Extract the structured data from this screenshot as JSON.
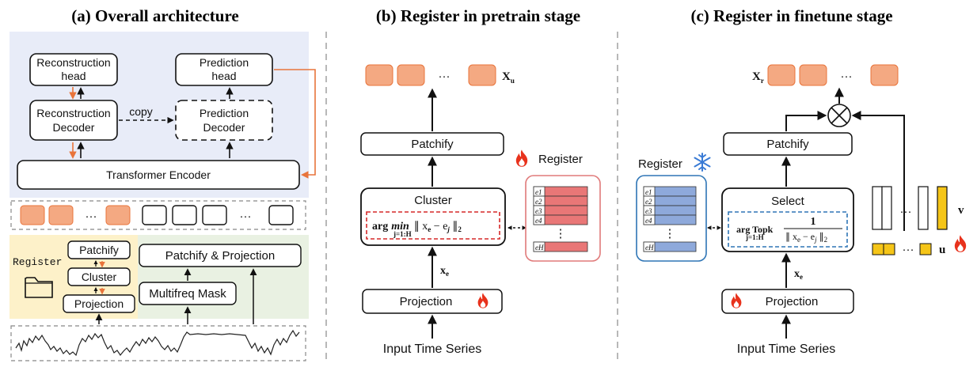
{
  "colors": {
    "orange": "#f4a982",
    "orange_line": "#e8743b",
    "red_fill": "#e97777",
    "blue_fill": "#8ea9db",
    "blue_line": "#2e75b6",
    "yellow": "#f5c518",
    "panel_blue": "#e8ecf8",
    "panel_yellow": "#fdf1c9",
    "panel_green": "#e9f1e2"
  },
  "panel_a": {
    "title": "(a) Overall architecture",
    "reconstruction_head": [
      "Reconstruction",
      "head"
    ],
    "prediction_head": [
      "Prediction",
      "head"
    ],
    "reconstruction_decoder": [
      "Reconstruction",
      "Decoder"
    ],
    "prediction_decoder": [
      "Prediction",
      "Decoder"
    ],
    "copy_label": "copy",
    "transformer_encoder": "Transformer Encoder",
    "token_ellipsis": "···",
    "register_label": "Register",
    "patchify": "Patchify",
    "cluster": "Cluster",
    "projection": "Projection",
    "patchify_projection": "Patchify & Projection",
    "multifreq_mask": "Multifreq Mask"
  },
  "panel_b": {
    "title": "(b) Register in pretrain stage",
    "output_ellipsis": "···",
    "output_var": "X",
    "output_sub": "u",
    "patchify": "Patchify",
    "cluster": "Cluster",
    "formula_arg": "arg",
    "formula_min": "min",
    "formula_sub": "j=1:H",
    "formula_body": "∥ x",
    "formula_body_sub": "e",
    "formula_minus": " − e",
    "formula_j": "j",
    "formula_close": " ∥",
    "formula_close_sub": "2",
    "input_var": "x",
    "input_sub": "e",
    "projection": "Projection",
    "input_series": "Input Time Series",
    "register": "Register",
    "register_ellipsis": "⋮",
    "register_items": [
      "e1",
      "e2",
      "e3",
      "e4"
    ],
    "register_last": "eH"
  },
  "panel_c": {
    "title": "(c) Register in finetune stage",
    "output_var": "X",
    "output_sub": "r",
    "output_ellipsis": "···",
    "patchify": "Patchify",
    "select": "Select",
    "formula_arg": "arg Topk",
    "formula_sub": "j=1:H",
    "formula_num": "1",
    "formula_den": "∥ x",
    "formula_den_sub": "e",
    "formula_den_rest": " − e",
    "formula_j": "j",
    "formula_close": " ∥",
    "formula_close_sub": "2",
    "input_var": "x",
    "input_sub": "e",
    "projection": "Projection",
    "input_series": "Input Time Series",
    "register": "Register",
    "register_ellipsis": "⋮",
    "register_items": [
      "e1",
      "e2",
      "e3",
      "e4"
    ],
    "register_last": "eH",
    "v_label": "v",
    "u_label": "u",
    "vec_ellipsis": "···"
  }
}
